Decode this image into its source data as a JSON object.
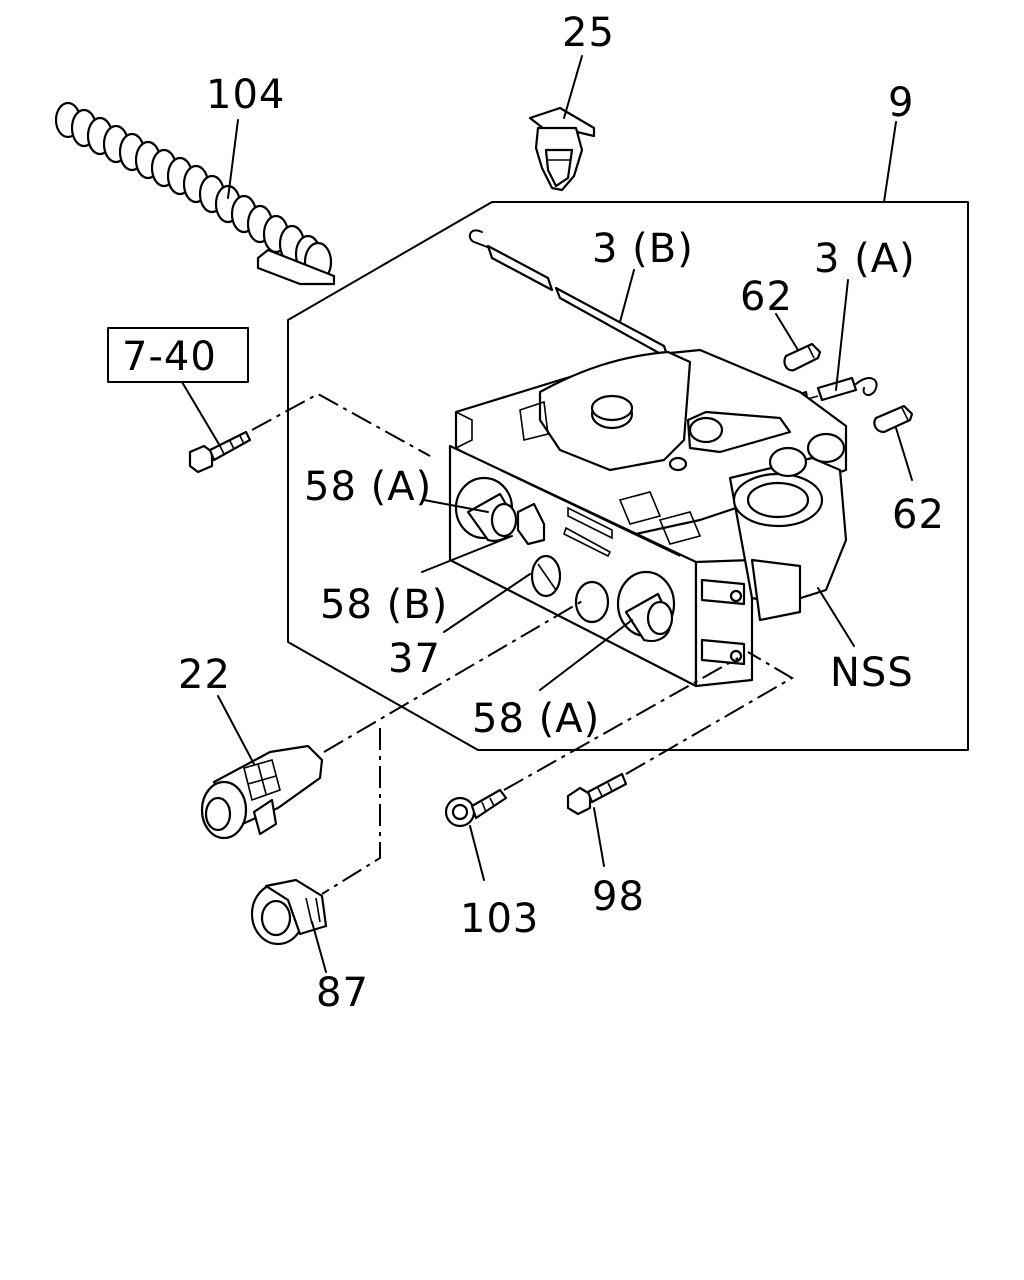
{
  "labels": {
    "p104": "104",
    "p25": "25",
    "p9": "9",
    "p3b": "3 (B)",
    "p3a": "3 (A)",
    "p62_top": "62",
    "p62_right": "62",
    "p7_40": "7-40",
    "p58a_left": "58 (A)",
    "p58b": "58 (B)",
    "p37": "37",
    "p58a_bottom": "58 (A)",
    "pNSS": "NSS",
    "p22": "22",
    "p103": "103",
    "p98": "98",
    "p87": "87"
  }
}
